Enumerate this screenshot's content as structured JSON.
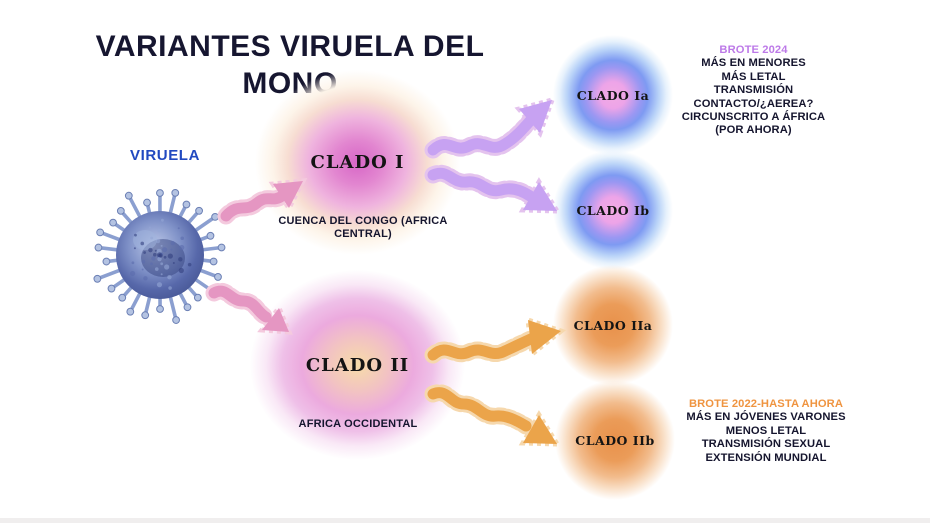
{
  "title": "VARIANTES VIRUELA DEL MONO",
  "root": {
    "label": "VIRUELA",
    "icon": "virus-particle"
  },
  "nodes": {
    "clado_i": {
      "label": "CLADO I",
      "sublabel": "CUENCA DEL CONGO (AFRICA CENTRAL)"
    },
    "clado_ii": {
      "label": "CLADO II",
      "sublabel": "AFRICA OCCIDENTAL"
    },
    "clado_ia": {
      "label": "CLADO Ia"
    },
    "clado_ib": {
      "label": "CLADO Ib"
    },
    "clado_iia": {
      "label": "CLADO IIa"
    },
    "clado_iib": {
      "label": "CLADO IIb"
    }
  },
  "annotations": {
    "brote_2024": {
      "heading": "BROTE 2024",
      "heading_color": "#bd7ae8",
      "lines": [
        "MÁS EN MENORES",
        "MÁS LETAL",
        "TRANSMISIÓN",
        "CONTACTO/¿AEREA?",
        "CIRCUNSCRITO A ÁFRICA",
        "(POR AHORA)"
      ]
    },
    "brote_2022": {
      "heading": "BROTE 2022-HASTA AHORA",
      "heading_color": "#ef9440",
      "lines": [
        "MÁS EN JÓVENES VARONES",
        "MENOS LETAL",
        "TRANSMISIÓN SEXUAL",
        "EXTENSIÓN MUNDIAL"
      ]
    }
  },
  "colors": {
    "title_text": "#161630",
    "viruela_label": "#2149c0",
    "body_text": "#15152e",
    "arrow_pink": "#e596c2",
    "arrow_purple": "#c7a2f2",
    "arrow_orange": "#eba44a",
    "blob_clado_i_center": "#d766c6",
    "blob_clado_ii_center": "#f7dca8",
    "blob_clado_ia_ib": "#7e9af2",
    "blob_clado_iia_iib": "#e8914b"
  }
}
